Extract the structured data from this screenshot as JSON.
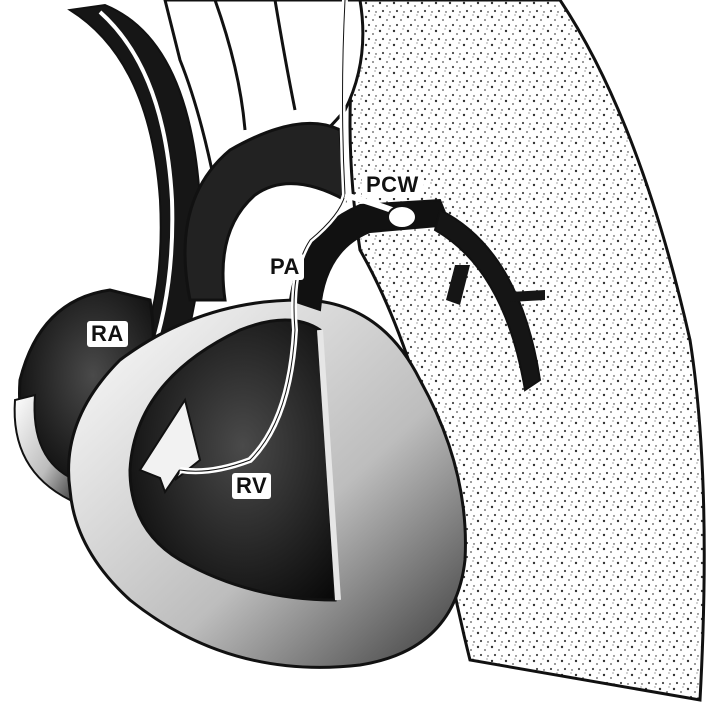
{
  "labels": {
    "ra": "RA",
    "pa": "PA",
    "pcw": "PCW",
    "rv": "RV"
  },
  "colors": {
    "ink": "#111111",
    "paper": "#ffffff",
    "shade": "#6b6b6b"
  }
}
